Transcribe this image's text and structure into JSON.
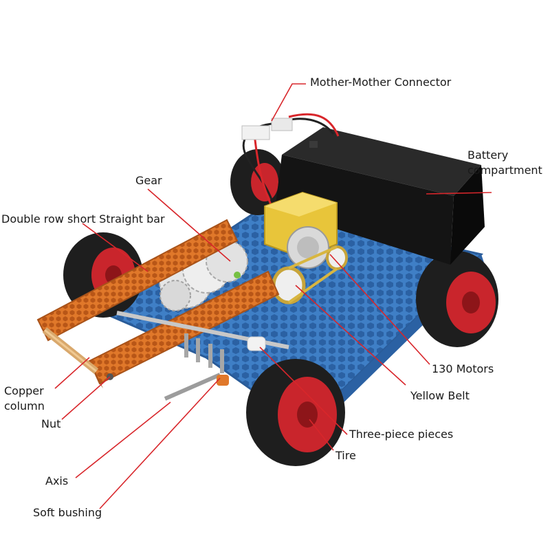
{
  "labels": {
    "mother_connector": "Mother-Mother Connector",
    "battery_line1": "Battery",
    "battery_line2": "compartment",
    "gear": "Gear",
    "straight_bar": "Double row short Straight bar",
    "motors": "130 Motors",
    "yellow_belt": "Yellow Belt",
    "copper_line1": "Copper",
    "copper_line2": "column",
    "nut": "Nut",
    "three_piece": "Three-piece pieces",
    "tire": "Tire",
    "axis": "Axis",
    "soft_bushing": "Soft bushing"
  },
  "colors": {
    "leader_line": "#d8262b",
    "chassis": "#3f7fc6",
    "bar": "#e0782a",
    "battery": "#1c1c1c",
    "motor": "#e8c53a",
    "tire": "#1e1e1e",
    "rim": "#c9252c"
  }
}
